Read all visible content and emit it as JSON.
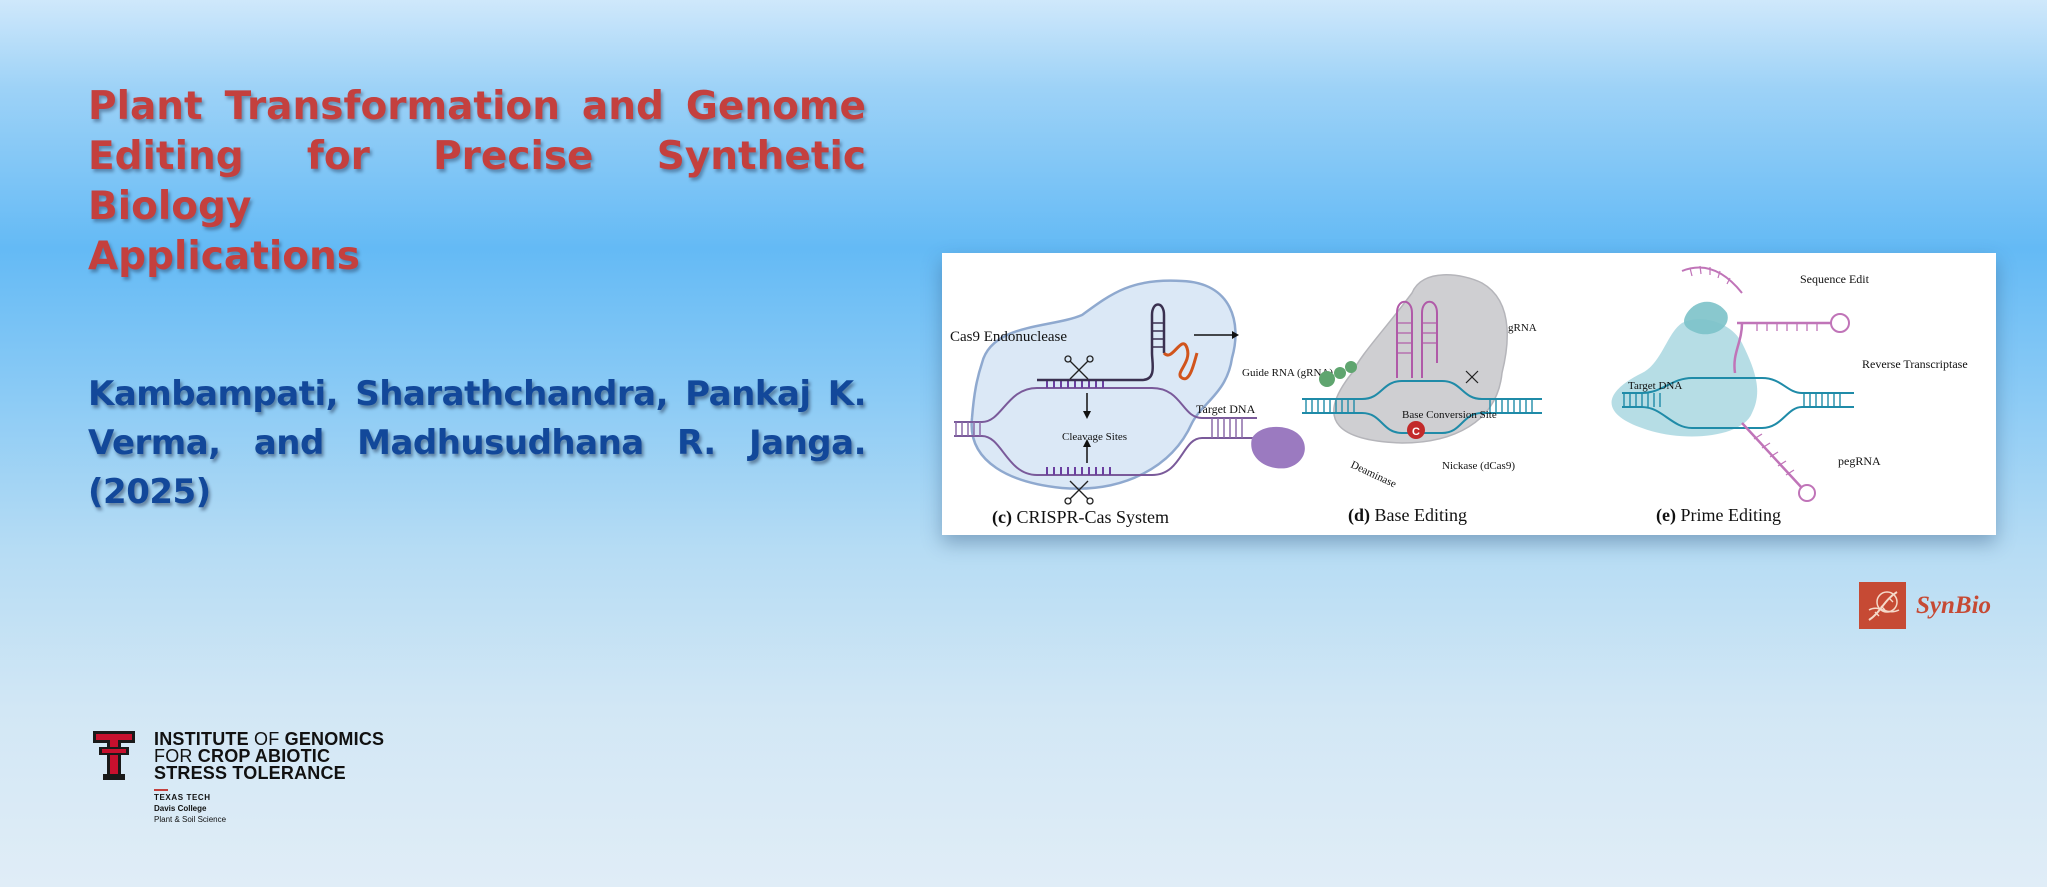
{
  "title": {
    "line1": "Plant Transformation and Genome",
    "line2": "Editing for Precise Synthetic Biology",
    "line3": "Applications"
  },
  "authors": {
    "line1": "Kambampati, Sharathchandra, Pankaj K.",
    "line2": "Verma, and Madhusudhana R. Janga. (2025)"
  },
  "figure": {
    "panel_c": {
      "letter": "(c)",
      "caption": "CRISPR-Cas System",
      "labels": {
        "cas9": "Cas9 Endonuclease",
        "guide_rna": "Guide RNA (gRNA)",
        "target_dna": "Target DNA",
        "cleavage": "Cleavage Sites"
      }
    },
    "panel_d": {
      "letter": "(d)",
      "caption": "Base Editing",
      "labels": {
        "grna": "gRNA",
        "base_conversion": "Base Conversion Site",
        "deaminase": "Deaminase",
        "nickase": "Nickase (dCas9)",
        "base_letter": "C"
      }
    },
    "panel_e": {
      "letter": "(e)",
      "caption": "Prime Editing",
      "labels": {
        "sequence_edit": "Sequence Edit",
        "reverse_transcriptase": "Reverse Transcriptase",
        "target_dna": "Target DNA",
        "pegrna": "pegRNA"
      }
    }
  },
  "synbio": {
    "label": "SynBio"
  },
  "institute": {
    "line1_bold": "INSTITUTE",
    "line1_light": " OF ",
    "line1_end": "GENOMICS",
    "line2_light": "FOR ",
    "line2_bold": "CROP ABIOTIC",
    "line3_bold": "STRESS TOLERANCE",
    "small1": "TEXAS TECH",
    "small2": "Davis College",
    "small3": "Plant & Soil Science"
  },
  "colors": {
    "title": "#c4403e",
    "authors": "#12489a",
    "accent": "#c64a34"
  }
}
